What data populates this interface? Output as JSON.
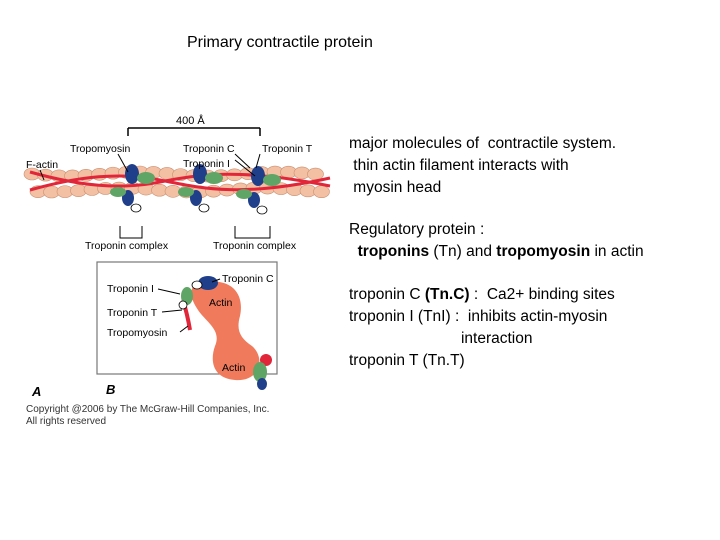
{
  "title": "Primary contractile protein",
  "figure": {
    "scale_label": "400 Å",
    "label_a": "A",
    "label_b": "B",
    "a_labels": {
      "tropomyosin": "Tropomyosin",
      "factin": "F-actin",
      "troponin_c": "Troponin C",
      "troponin_i": "Troponin I",
      "troponin_t": "Troponin T",
      "complex_left": "Troponin complex",
      "complex_right": "Troponin complex"
    },
    "b_labels": {
      "troponin_i": "Troponin I",
      "troponin_c": "Troponin C",
      "troponin_t": "Troponin T",
      "tropomyosin": "Tropomyosin",
      "actin_top": "Actin",
      "actin_bottom": "Actin"
    },
    "copyright_line1": "Copyright @2006 by The McGraw-Hill Companies, Inc.",
    "copyright_line2": "All rights reserved"
  },
  "text": {
    "major1": "major molecules of  contractile system.",
    "major2": " thin actin filament interacts with",
    "major3": " myosin head",
    "reg_label": "Regulatory protein :",
    "reg_tn": "troponins",
    "reg_tn_abbr": " (Tn) and ",
    "reg_tm": "tropomyosin",
    "reg_tail": " in actin",
    "tnc_pre": "troponin C ",
    "tnc_abbr": "(Tn.C)",
    "tnc_desc": " :  Ca2+ binding sites",
    "tni": "troponin I (TnI) :  inhibits actin-myosin",
    "tni_cont": "                          interaction",
    "tnt": "troponin T (Tn.T)"
  },
  "colors": {
    "actin": "#f3c0a3",
    "tropomyosin": "#e2263a",
    "troponin_c": "#1f3f8a",
    "troponin_i": "#5fa565",
    "troponin_t": "#ffffff",
    "actin_b": "#f07a5c"
  }
}
